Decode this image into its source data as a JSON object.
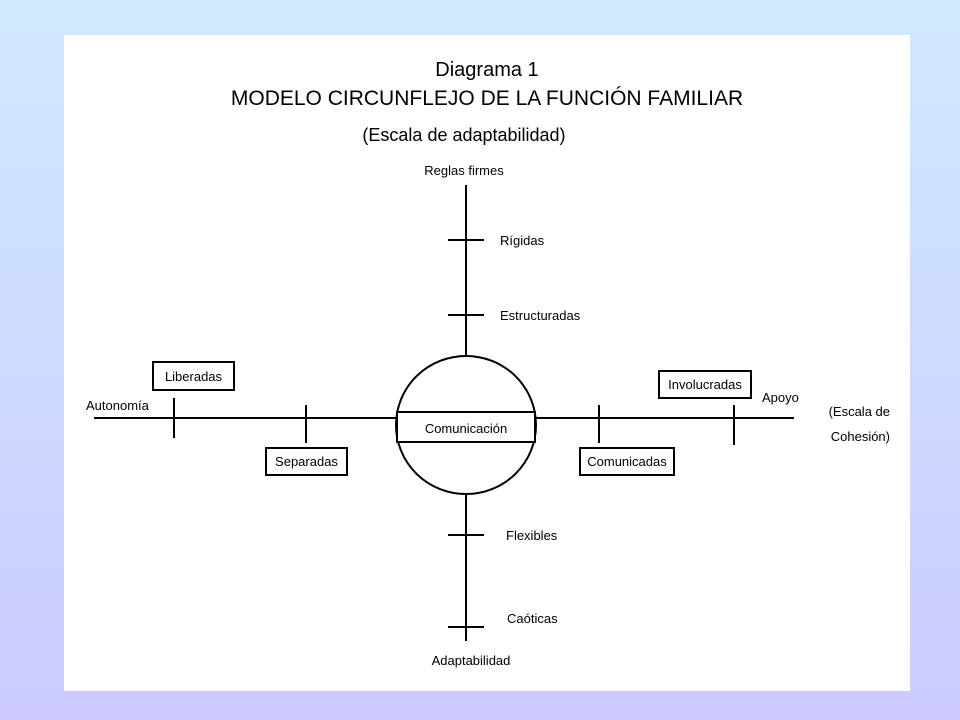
{
  "diagram": {
    "heading": "Diagrama 1",
    "title": "MODELO CIRCUNFLEJO DE LA FUNCIÓN FAMILIAR",
    "subtitle": "(Escala de adaptabilidad)",
    "center": "Comunicación",
    "vertical_axis": {
      "top": "Reglas firmes",
      "bottom": "Adaptabilidad",
      "upper_ticks": [
        "Rígidas",
        "Estructuradas"
      ],
      "lower_ticks": [
        "Flexibles",
        "Caóticas"
      ]
    },
    "horizontal_axis": {
      "left": "Autonomía",
      "right": "Apoyo",
      "right_caption_line1": "(Escala de",
      "right_caption_line2": "Cohesión)",
      "left_boxes": [
        "Liberadas",
        "Separadas"
      ],
      "right_boxes": [
        "Comunicadas",
        "Involucradas"
      ]
    }
  }
}
